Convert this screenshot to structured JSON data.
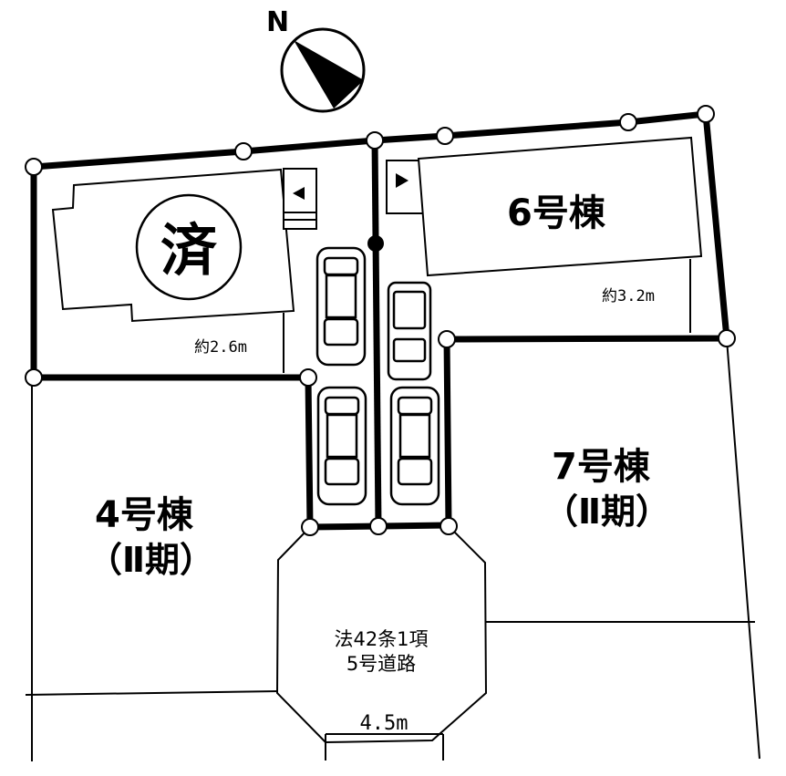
{
  "compass": {
    "label": "N",
    "icon": "north-arrow-icon"
  },
  "lots": [
    {
      "id": "sold-lot",
      "stamp": "済",
      "setback": "約2.6m"
    },
    {
      "id": "lot-6",
      "name": "6号棟",
      "setback": "約3.2m"
    },
    {
      "id": "lot-4",
      "name": "4号棟",
      "phase": "（Ⅱ期）"
    },
    {
      "id": "lot-7",
      "name": "7号棟",
      "phase": "（Ⅱ期）"
    }
  ],
  "road": {
    "line1": "法42条1項",
    "line2": "5号道路",
    "width": "4.5m"
  },
  "colors": {
    "ink": "#000000",
    "paper": "#ffffff"
  }
}
